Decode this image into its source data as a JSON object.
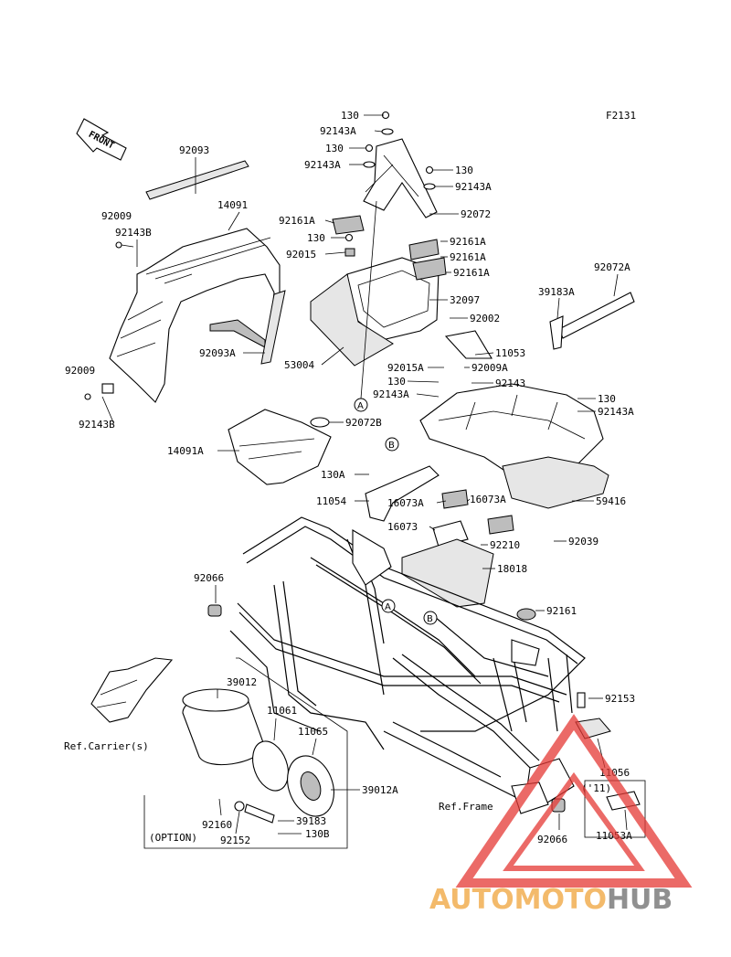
{
  "figure_code": "F2131",
  "front_arrow_label": "FRONT",
  "ref_carrier": "Ref.Carrier(s)",
  "ref_frame": "Ref.Frame",
  "option_label": "(OPTION)",
  "year_label": "('11)",
  "circle_markers": {
    "A": "A",
    "B": "B"
  },
  "watermark": {
    "part1": "AUTOMOTO",
    "part2": "HUB",
    "color1": "#f0a33a",
    "color2": "#6b6b6b",
    "triangle_color": "#e53935"
  },
  "labels": {
    "l130_a": "130",
    "l92143a_a": "92143A",
    "l130_b": "130",
    "l92143a_b": "92143A",
    "l130_c": "130",
    "l92143a_c": "92143A",
    "l92072": "92072",
    "l92161a_a": "92161A",
    "l130_d": "130",
    "l92015": "92015",
    "l92161a_b": "92161A",
    "l92161a_c": "92161A",
    "l92161a_d": "92161A",
    "l32097": "32097",
    "l53004": "53004",
    "l92002": "92002",
    "l11053": "11053",
    "l92015a": "92015A",
    "l92009a": "92009A",
    "l130_e": "130",
    "l92143": "92143",
    "l92143a_d": "92143A",
    "l130_f": "130",
    "l92143a_e": "92143A",
    "l92093": "92093",
    "l14091": "14091",
    "l92009_a": "92009",
    "l92143b_a": "92143B",
    "l92093a": "92093A",
    "l92009_b": "92009",
    "l92143b_b": "92143B",
    "l92072a": "92072A",
    "l39183a": "39183A",
    "l92072b": "92072B",
    "l14091a": "14091A",
    "l130a": "130A",
    "l11054": "11054",
    "l16073a_a": "16073A",
    "l16073a_b": "16073A",
    "l16073": "16073",
    "l59416": "59416",
    "l92210": "92210",
    "l92039": "92039",
    "l18018": "18018",
    "l92066_a": "92066",
    "l92161": "92161",
    "l39012": "39012",
    "l11061": "11061",
    "l11065": "11065",
    "l39012a": "39012A",
    "l92160": "92160",
    "l39183": "39183",
    "l130b": "130B",
    "l92152": "92152",
    "l92153": "92153",
    "l11056": "11056",
    "l92066_b": "92066",
    "l11053a": "11053A"
  }
}
